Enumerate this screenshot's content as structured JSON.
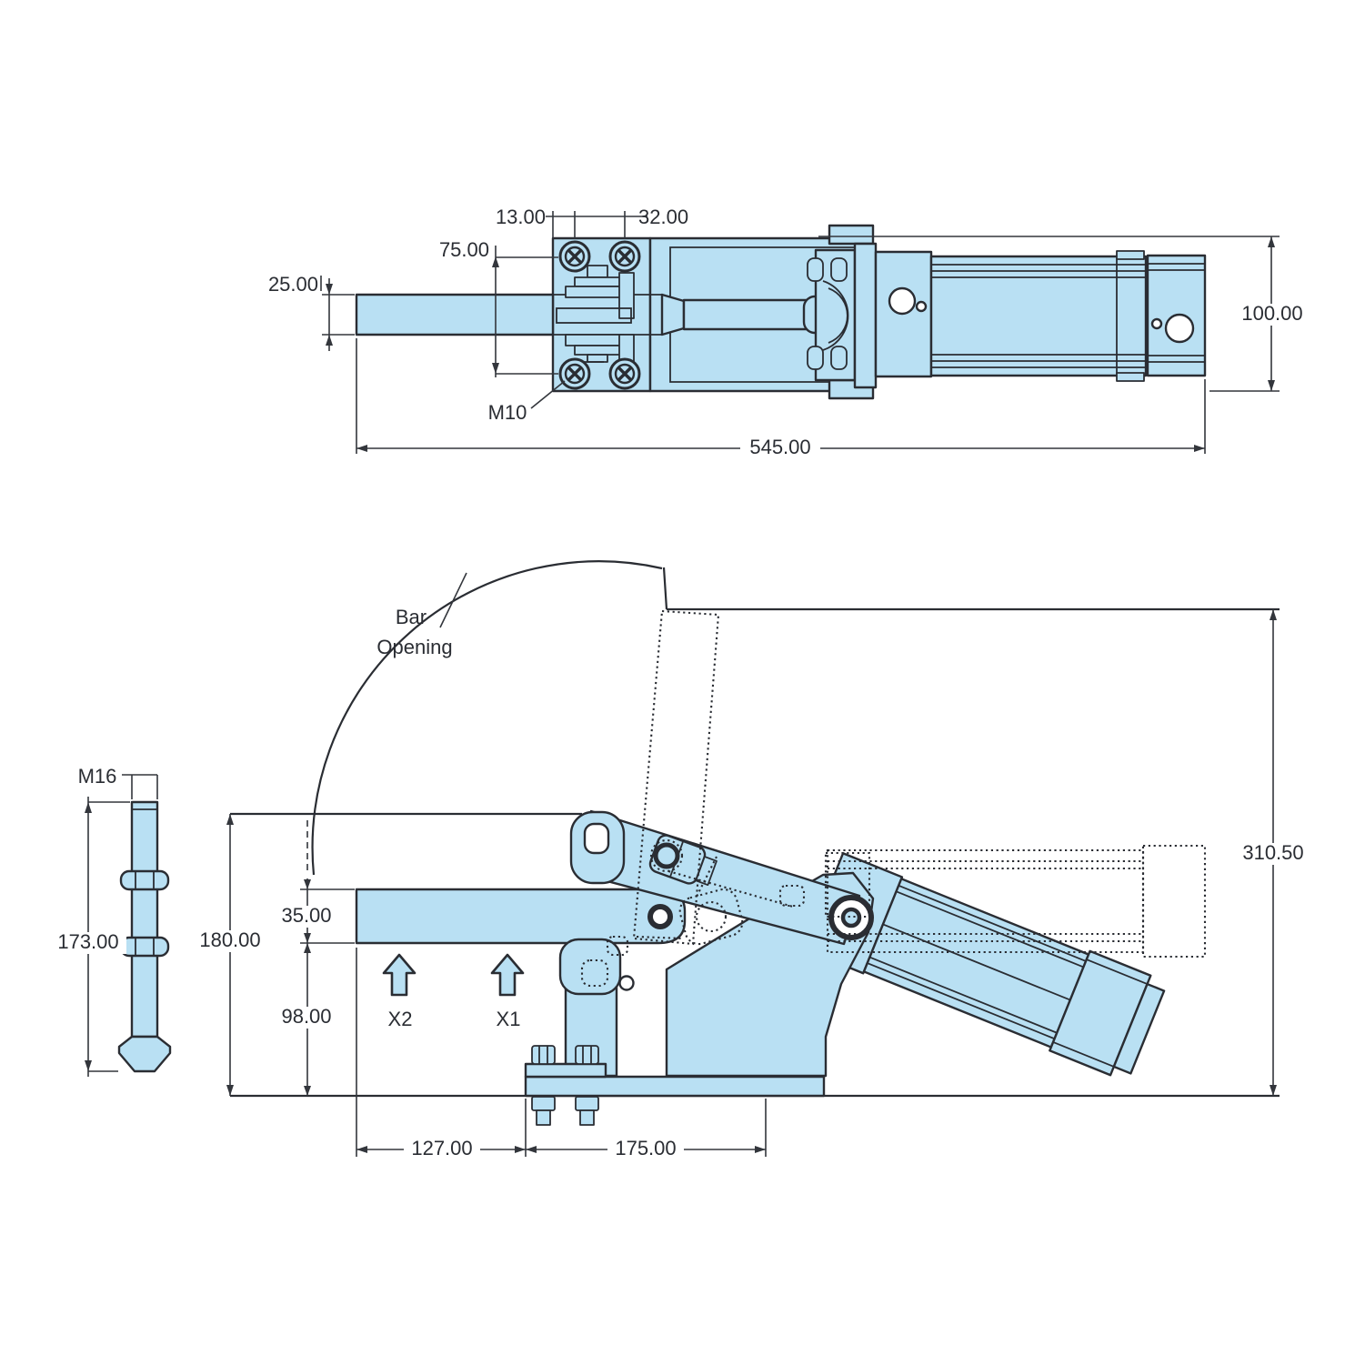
{
  "colors": {
    "part_fill": "#B9E0F3",
    "line": "#2A2D33",
    "dimension_line": "#33363C",
    "background": "#FFFFFF"
  },
  "top_view": {
    "dim_13": "13.00",
    "dim_32": "32.00",
    "dim_75": "75.00",
    "dim_25": "25.00",
    "dim_100": "100.00",
    "dim_545": "545.00",
    "thread_m10": "M10"
  },
  "side_view": {
    "label_bar": "Bar",
    "label_opening": "Opening",
    "dim_180": "180.00",
    "dim_35": "35.00",
    "dim_98": "98.00",
    "dim_127": "127.00",
    "dim_175": "175.00",
    "dim_310": "310.50",
    "marker_x2": "X2",
    "marker_x1": "X1"
  },
  "spindle_detail": {
    "thread_m16": "M16",
    "dim_173": "173.00"
  }
}
